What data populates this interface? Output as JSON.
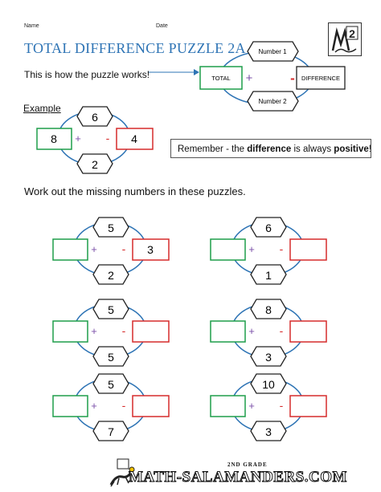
{
  "header": {
    "name_label": "Name",
    "date_label": "Date"
  },
  "title": "TOTAL DIFFERENCE PUZZLE 2A",
  "intro_text": "This is how the puzzle works!",
  "legend": {
    "number1": "Number 1",
    "number2": "Number 2",
    "total": "TOTAL",
    "difference": "DIFFERENCE",
    "plus": "+",
    "minus": "-"
  },
  "example": {
    "label": "Example",
    "top": "6",
    "bottom": "2",
    "total": "8",
    "difference": "4",
    "plus": "+",
    "minus": "-"
  },
  "remember": {
    "prefix": "Remember - the ",
    "bold1": "difference",
    "middle": " is always ",
    "bold2": "positive",
    "suffix": "!"
  },
  "instructions": "Work out the missing numbers in these puzzles.",
  "puzzles": [
    {
      "top": "5",
      "bottom": "2",
      "total": "",
      "difference": "3"
    },
    {
      "top": "6",
      "bottom": "1",
      "total": "",
      "difference": ""
    },
    {
      "top": "5",
      "bottom": "5",
      "total": "",
      "difference": ""
    },
    {
      "top": "8",
      "bottom": "3",
      "total": "",
      "difference": ""
    },
    {
      "top": "5",
      "bottom": "7",
      "total": "",
      "difference": ""
    },
    {
      "top": "10",
      "bottom": "3",
      "total": "",
      "difference": ""
    }
  ],
  "puzzle_signs": {
    "plus": "+",
    "minus": "-"
  },
  "logo": {
    "grade_digit": "2"
  },
  "footer": {
    "grade": "2ND GRADE",
    "site": "MATH-SALAMANDERS.COM"
  },
  "colors": {
    "title": "#2e74b5",
    "ellipse": "#2e74b5",
    "total_box": "#1e9e4a",
    "difference_box": "#d62b2b",
    "plus": "#7a4fa8",
    "minus": "#d62b2b"
  }
}
